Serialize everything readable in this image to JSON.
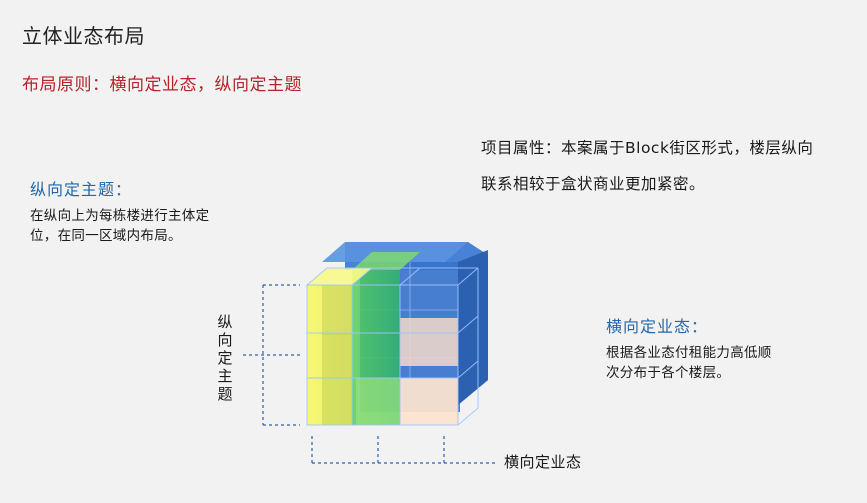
{
  "title": "立体业态布局",
  "principle": "布局原则：横向定业态，纵向定主题",
  "project_attr": {
    "text": "项目属性：本案属于Block街区形式，楼层纵向联系相较于盒状商业更加紧密。"
  },
  "vertical_block": {
    "heading": "纵向定主题：",
    "desc": "在纵向上为每栋楼进行主体定位，在同一区域内布局。"
  },
  "horizontal_block": {
    "heading": "横向定业态：",
    "desc": "根据各业态付租能力高低顺次分布于各个楼层。"
  },
  "diagram": {
    "vertical_axis_label": [
      "纵",
      "向",
      "定",
      "主",
      "题"
    ],
    "horizontal_axis_label": "横向定业态",
    "colors": {
      "yellow": "#f4f46a",
      "green": "#3fc46a",
      "blue": "#2f6fc9",
      "peach": "#f8dcc8",
      "dash": "#2e5fa8"
    }
  }
}
